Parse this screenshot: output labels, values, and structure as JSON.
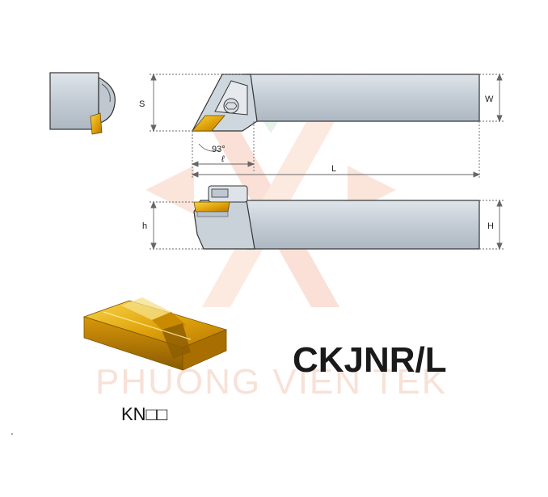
{
  "diagram": {
    "dimensions": {
      "s": "S",
      "w": "W",
      "l": "L",
      "h_lower": "h",
      "h_upper": "H",
      "angle": "93°",
      "ell": "ℓ"
    },
    "product_code": "CKJNR/L",
    "insert_code": "KN□□",
    "watermark": "PHUONG VIEN TEK",
    "colors": {
      "holder_body": "#c9d2db",
      "holder_edge": "#3a3f45",
      "insert_gold": "#e0a800",
      "watermark": "#f0b59c"
    }
  }
}
